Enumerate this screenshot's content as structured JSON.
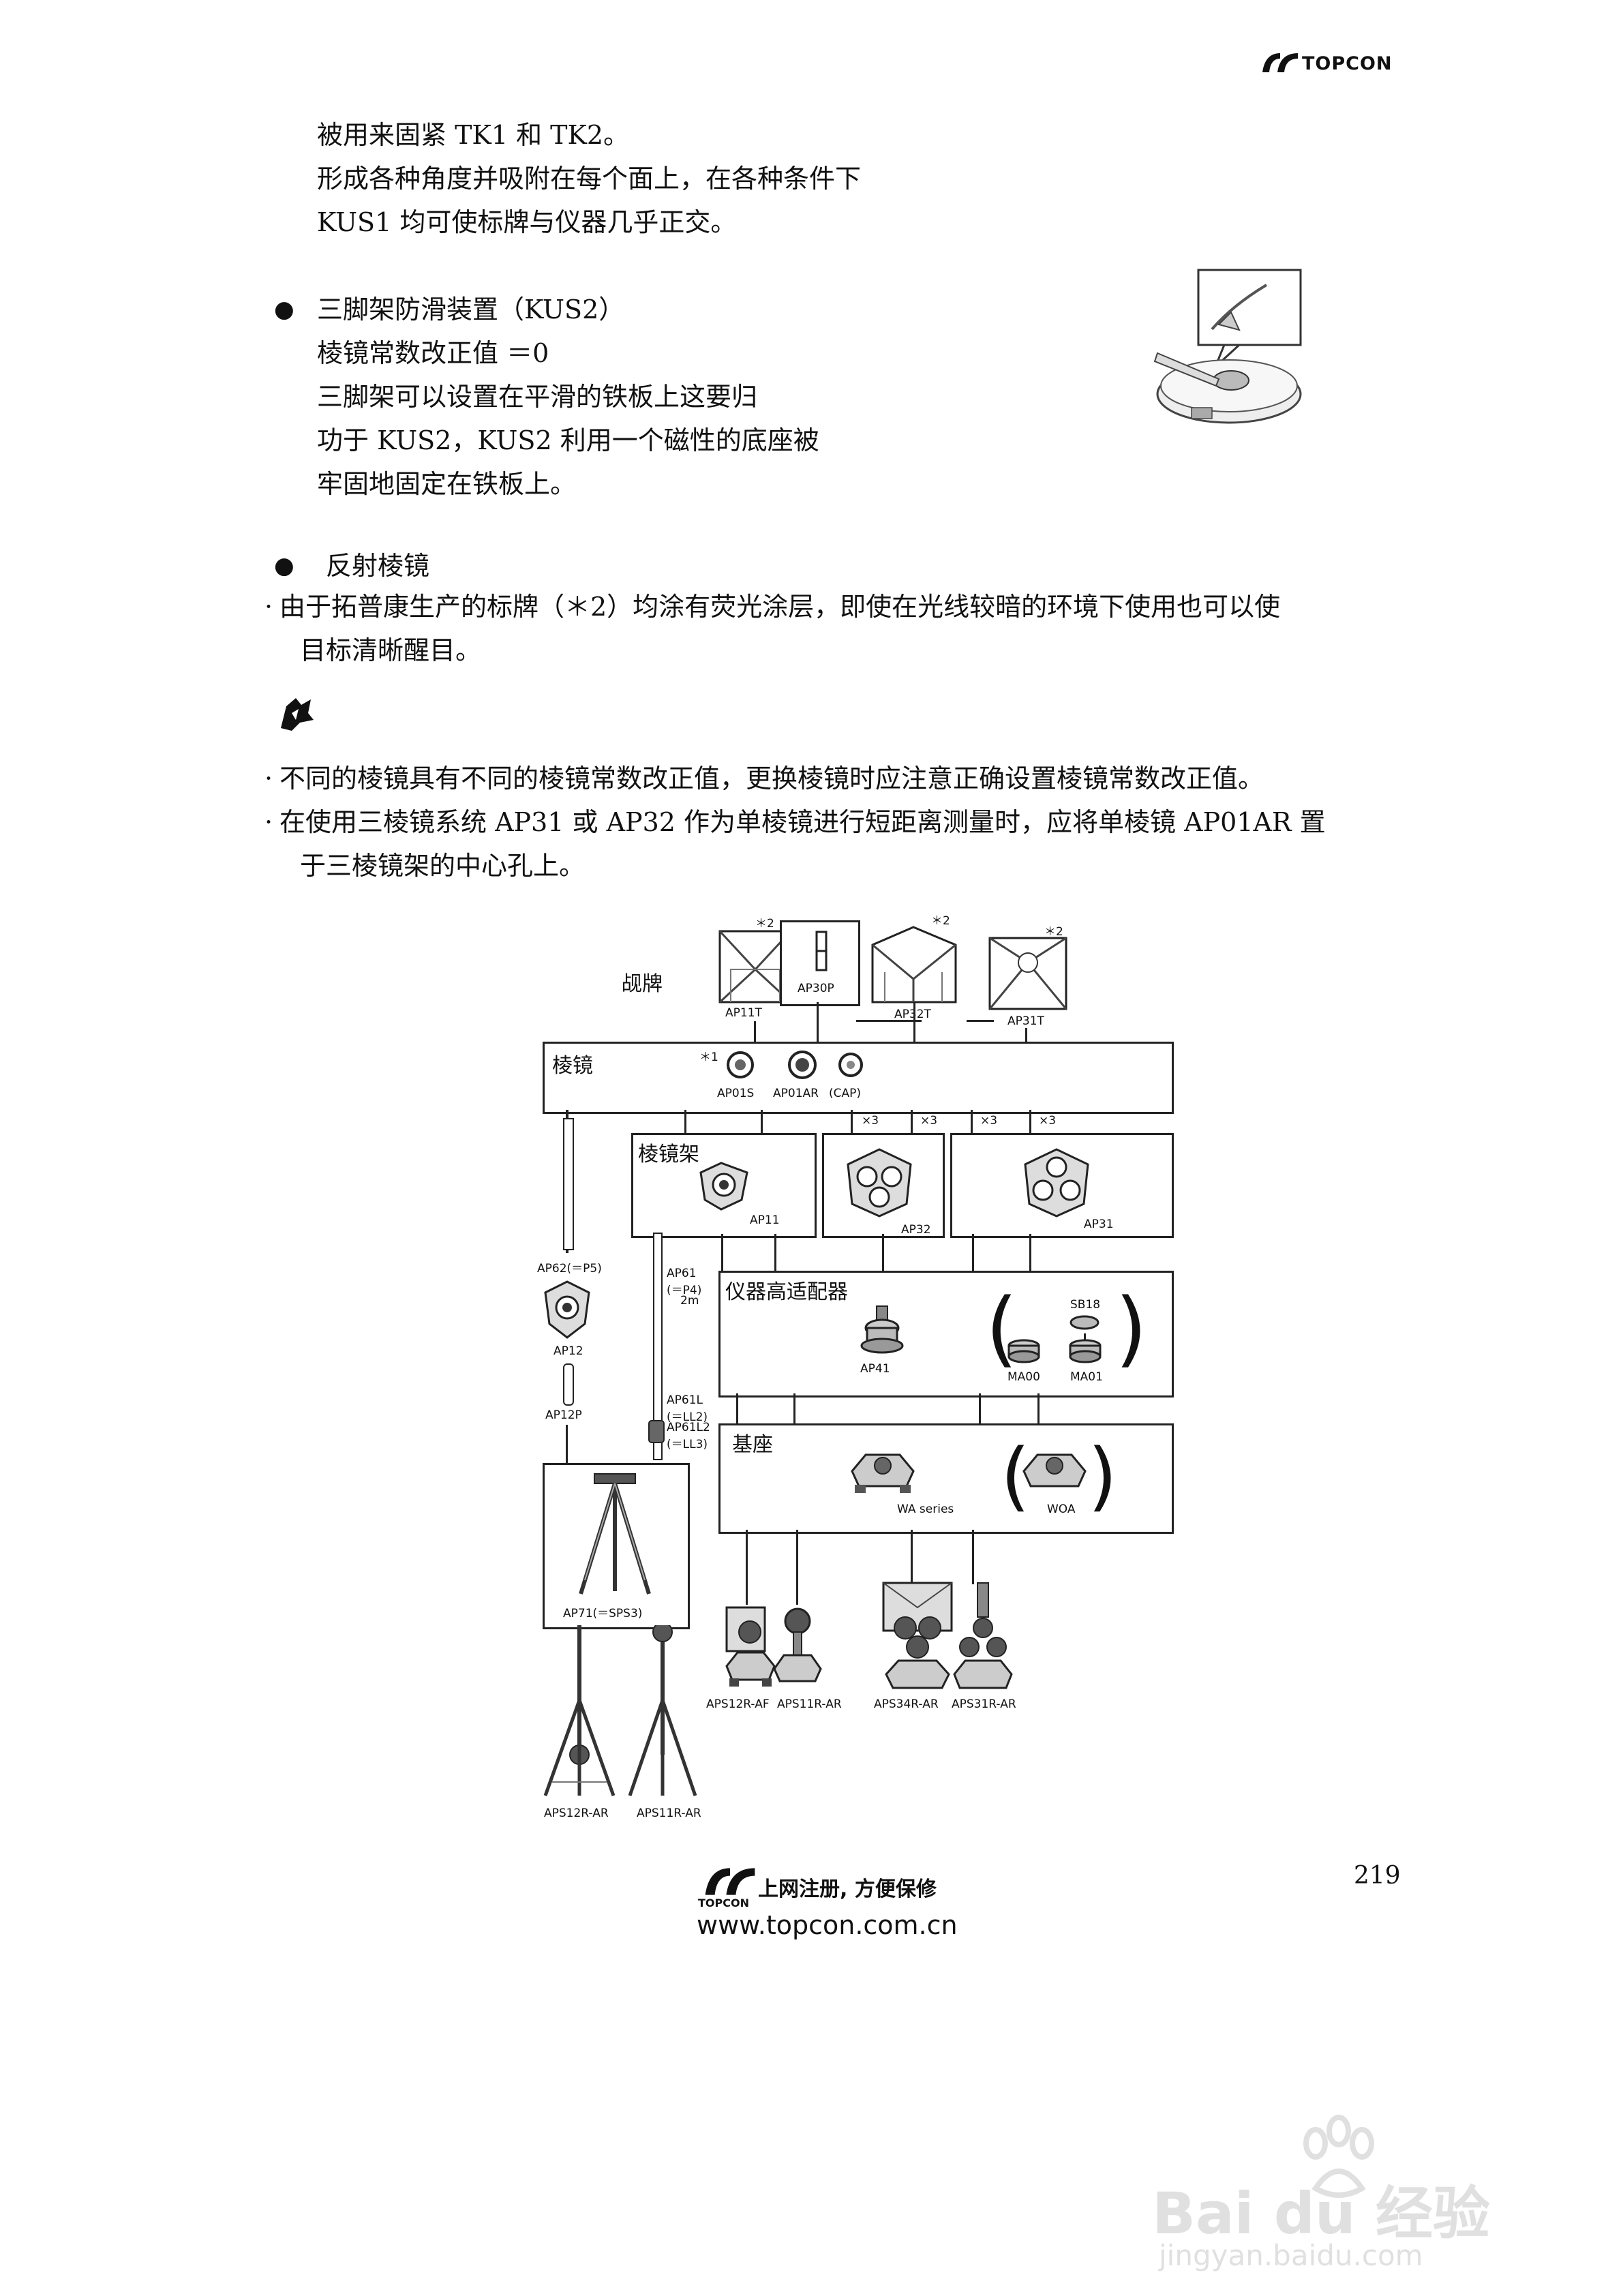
{
  "header": {
    "brand": "TOPCON"
  },
  "intro_lines": [
    "被用来固紧 TK1 和 TK2。",
    "形成各种角度并吸附在每个面上，在各种条件下",
    "KUS1 均可使标牌与仪器几乎正交。"
  ],
  "kus2": {
    "title": "三脚架防滑装置（KUS2）",
    "lines": [
      "棱镜常数改正值 ＝0",
      "三脚架可以设置在平滑的铁板上这要归",
      "功于 KUS2，KUS2 利用一个磁性的底座被",
      "牢固地固定在铁板上。"
    ]
  },
  "reflector": {
    "title": "反射棱镜",
    "line1": "由于拓普康生产的标牌（＊2）均涂有荧光涂层，即使在光线较暗的环境下使用也可以使",
    "line2": "目标清晰醒目。"
  },
  "notes": {
    "n1": "不同的棱镜具有不同的棱镜常数改正值，更换棱镜时应注意正确设置棱镜常数改正值。",
    "n2a": "在使用三棱镜系统 AP31 或 AP32 作为单棱镜进行短距离测量时，应将单棱镜 AP01AR 置",
    "n2b": "于三棱镜架的中心孔上。"
  },
  "diagram": {
    "target_label": "觇牌",
    "targets": {
      "ap11t": "AP11T",
      "ap30p": "AP30P",
      "ap32t": "AP32T",
      "ap31t": "AP31T",
      "star2": "＊2"
    },
    "prism_box": {
      "label": "棱镜",
      "star1": "＊1",
      "ap01s": "AP01S",
      "ap01ar": "AP01AR",
      "cap": "(CAP)"
    },
    "holder_box": {
      "label": "棱镜架",
      "ap11": "AP11",
      "ap32": "AP32",
      "ap31": "AP31",
      "x3": "×3"
    },
    "adapter_box": {
      "label": "仪器高适配器",
      "ap41": "AP41",
      "sb18": "SB18",
      "ma00": "MA00",
      "ma01": "MA01"
    },
    "base_box": {
      "label": "基座",
      "wa": "WA series",
      "woa": "WOA"
    },
    "poles": {
      "ap62": "AP62(＝P5)",
      "ap61a": "AP61",
      "ap61b": "(＝P4)",
      "ap61c": "2m",
      "ap12": "AP12",
      "ap12p": "AP12P",
      "ap61l_a": "AP61L",
      "ap61l_b": "(＝LL2)",
      "ap61l_c": "AP61L2",
      "ap61l_d": "(＝LL3)"
    },
    "tripod": "AP71(＝SPS3)",
    "sets": {
      "aps12raf": "APS12R-AF",
      "aps11rar": "APS11R-AR",
      "aps34rar": "APS34R-AR",
      "aps31rar": "APS31R-AR",
      "aps12rar": "APS12R-AR",
      "aps11rar2": "APS11R-AR"
    }
  },
  "footer": {
    "page_number": "219",
    "slogan": "上网注册, 方便保修",
    "url": "www.topcon.com.cn",
    "brand": "TOPCON"
  },
  "watermark": {
    "logo": "Bai du 经验",
    "url": "jingyan.baidu.com"
  }
}
